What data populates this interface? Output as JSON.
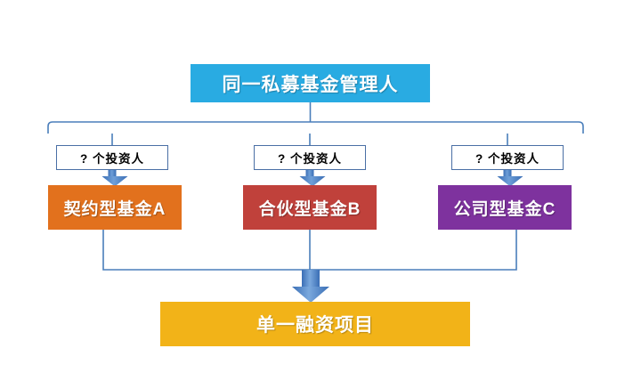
{
  "diagram": {
    "title_box": {
      "label": "同一私募基金管理人",
      "color": "#29abe2",
      "text_color": "#ffffff"
    },
    "investor_labels": [
      {
        "label": "? 个投资人",
        "border_color": "#4a6fa5",
        "fill": "#ffffff",
        "text_color": "#000000"
      },
      {
        "label": "? 个投资人",
        "border_color": "#4a6fa5",
        "fill": "#ffffff",
        "text_color": "#000000"
      },
      {
        "label": "? 个投资人",
        "border_color": "#4a6fa5",
        "fill": "#ffffff",
        "text_color": "#000000"
      }
    ],
    "fund_boxes": [
      {
        "label": "契约型基金A",
        "color": "#e2711d",
        "text_color": "#ffffff"
      },
      {
        "label": "合伙型基金B",
        "color": "#c0413b",
        "text_color": "#ffffff"
      },
      {
        "label": "公司型基金C",
        "color": "#7e329e",
        "text_color": "#ffffff"
      }
    ],
    "project_box": {
      "label": "单一融资项目",
      "color": "#f2b318",
      "text_color": "#ffffff"
    },
    "connector": {
      "line_color": "#4a7ebb",
      "arrow_color_light": "#6e9fd8",
      "arrow_color_dark": "#3a6eb5",
      "bracket_name": "manager-to-funds-bracket",
      "merge_name": "funds-to-project-merge"
    },
    "background_color": "#ffffff"
  }
}
